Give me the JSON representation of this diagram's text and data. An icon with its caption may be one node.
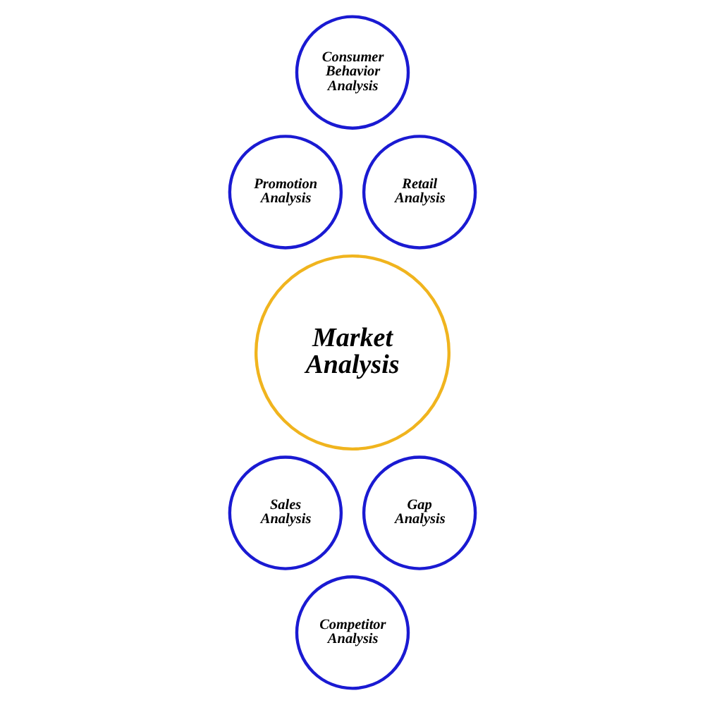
{
  "diagram": {
    "nodes": [
      {
        "text": [
          "Consumer Behavior Analysis"
        ]
      },
      {
        "text": [
          "Promotion Analysis"
        ]
      },
      {
        "text": [
          "Retail Analysis"
        ]
      },
      {
        "text": [
          "Market Analysis"
        ]
      },
      {
        "text": [
          "Sales Analysis"
        ]
      },
      {
        "text": [
          "Gap Analysis"
        ]
      },
      {
        "text": [
          "Competitor Analysis"
        ]
      }
    ],
    "edges": []
  }
}
